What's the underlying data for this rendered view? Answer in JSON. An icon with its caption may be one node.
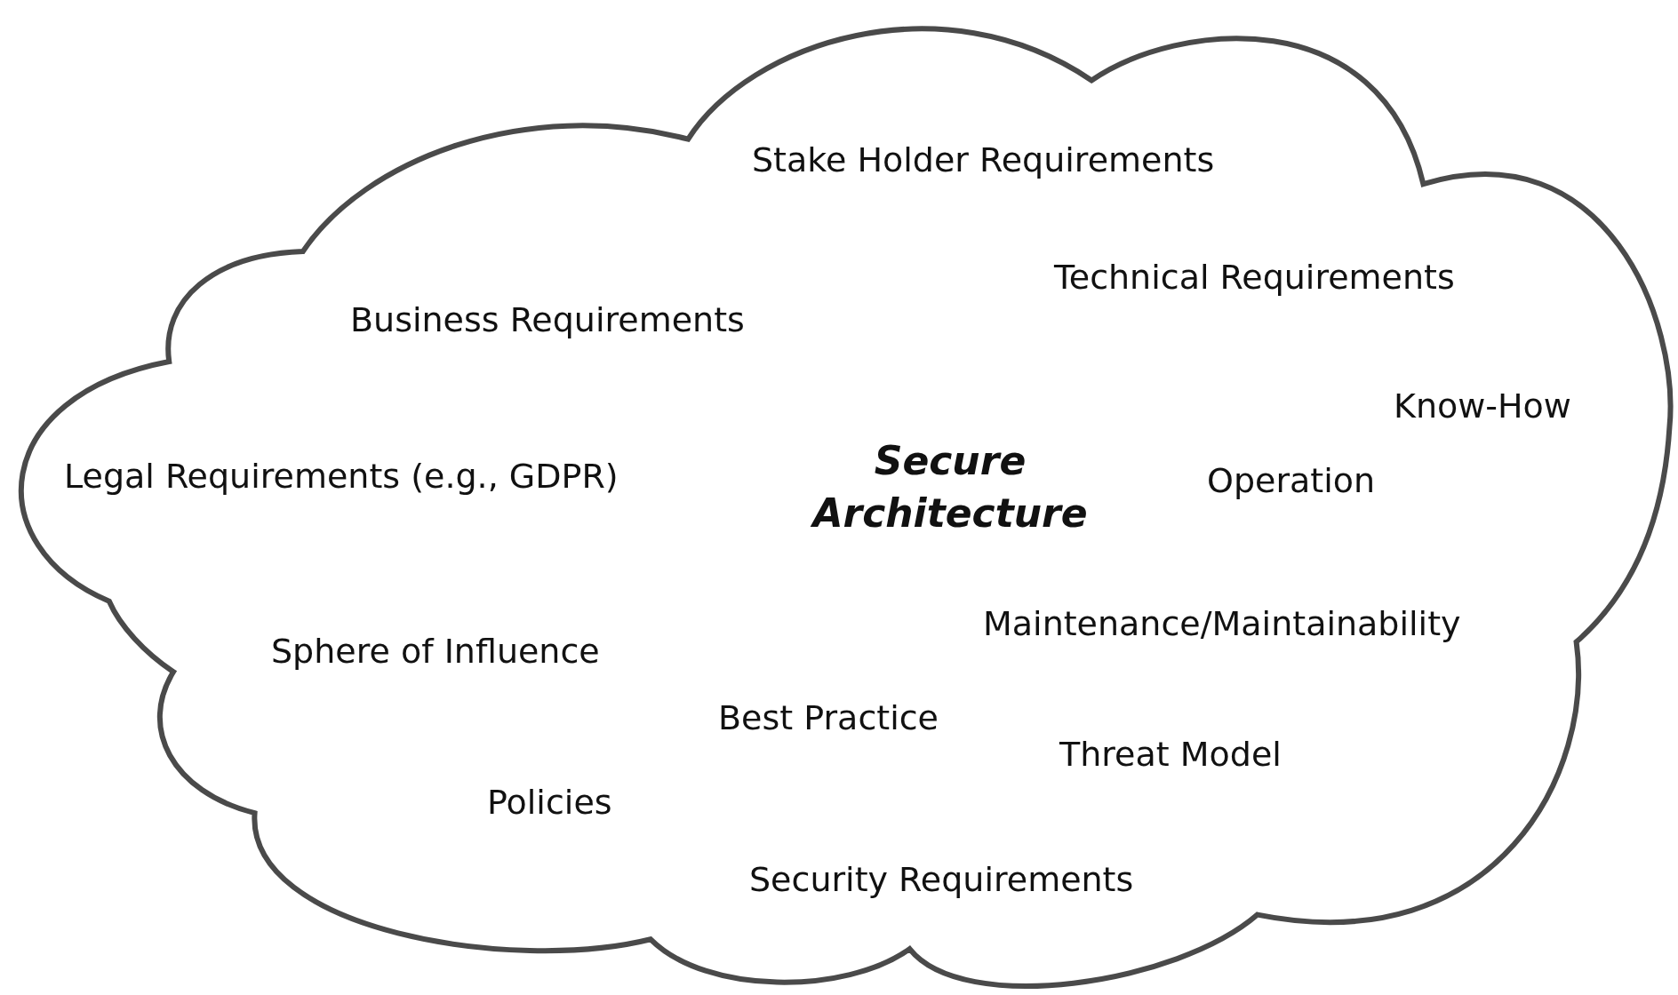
{
  "diagram": {
    "nodes": [
      {
        "text": [
          "Stake Holder Requirements",
          "Technical Requirements",
          "Business Requirements",
          "Know-How",
          "Legal Requirements (e.g., GDPR)",
          "Secure Architecture",
          "Operation",
          "Maintenance/Maintainability",
          "Sphere of Influence",
          "Best Practice",
          "Threat Model",
          "Policies",
          "Security Requirements"
        ]
      }
    ]
  }
}
